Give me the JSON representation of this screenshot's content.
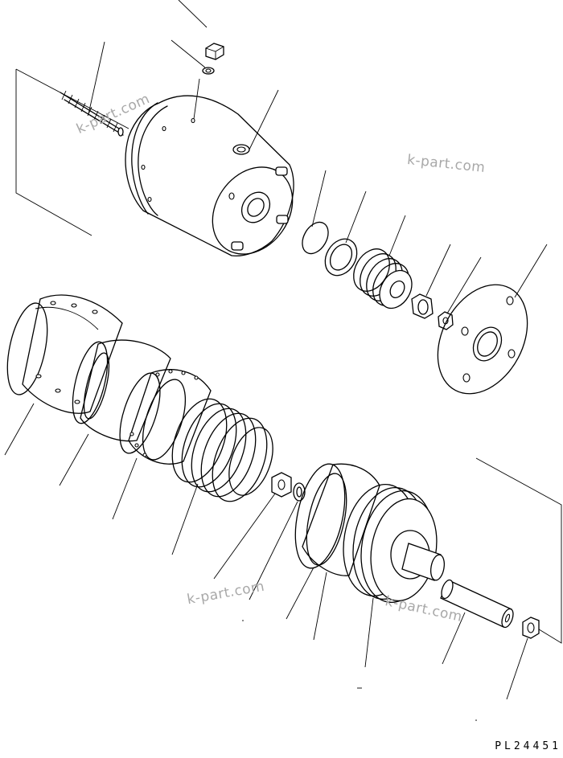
{
  "diagram": {
    "drawing_code": "PL24451",
    "watermarks": [
      "k-part.com",
      "k-part.com",
      "k-part.com",
      "k-part.com"
    ]
  }
}
